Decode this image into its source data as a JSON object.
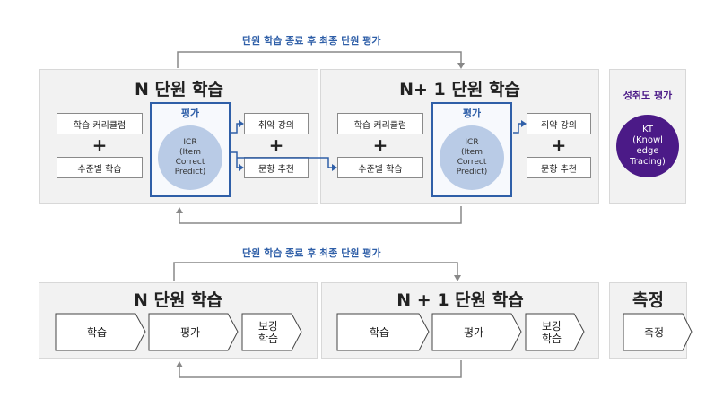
{
  "top": {
    "loop_label": "단원 학습 종료 후 최종 단원 평가",
    "n_title": "N 단원 학습",
    "n1_title": "N+ 1 단원 학습",
    "curriculum": "학습 커리큘럼",
    "level_study": "수준별 학습",
    "plus": "+",
    "eval_label": "평가",
    "icr": "ICR\n(Item\nCorrect\nPredict)",
    "weak_lecture": "취약 강의",
    "problem_reco": "문항 추천",
    "kt_title": "성취도 평가",
    "kt_circle": "KT\n(Knowl\nedge\nTracing)"
  },
  "bottom": {
    "loop_label": "단원 학습 종료 후 최종 단원 평가",
    "n_title": "N 단원 학습",
    "n1_title": "N + 1 단원 학습",
    "measure_title": "측정",
    "steps_n": [
      "학습",
      "평가",
      "보강\n학습"
    ],
    "steps_n1": [
      "학습",
      "평가",
      "보강\n학습"
    ],
    "measure_step": "측정"
  },
  "colors": {
    "blue": "#2f5fa8",
    "purple": "#4b1a87",
    "circle": "#b9cbe6",
    "panel": "#f2f2f2"
  }
}
